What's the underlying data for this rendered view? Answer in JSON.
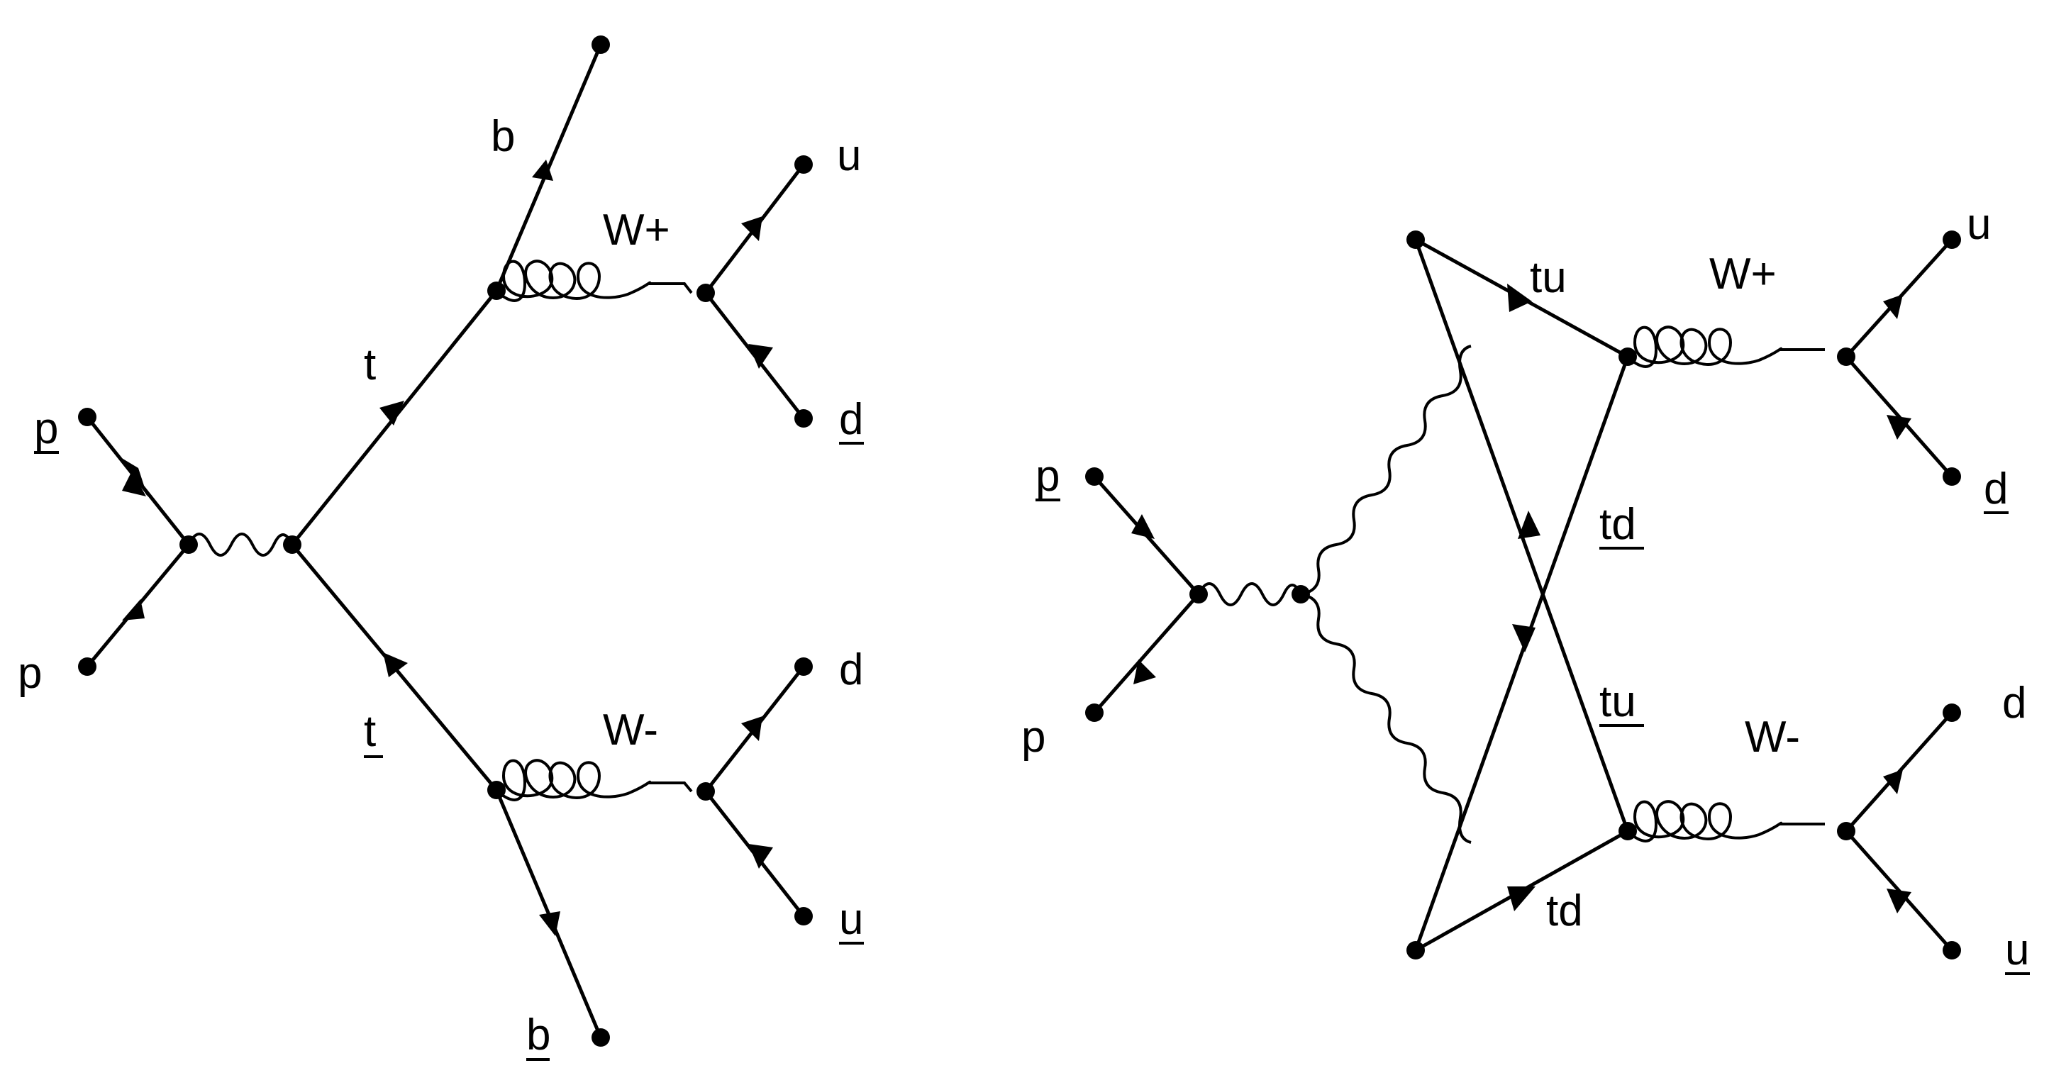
{
  "diagram_left": {
    "labels": {
      "b_top": "b",
      "w_plus": "W+",
      "u_top": "u",
      "t": "t",
      "d_bar_top": "d",
      "p_bar": "p",
      "p": "p",
      "d_mid": "d",
      "t_bar": "t",
      "w_minus": "W-",
      "u_bar_bottom": "u",
      "b_bar_bottom": "b"
    }
  },
  "diagram_right": {
    "labels": {
      "u_top": "u",
      "tu": "tu",
      "w_plus": "W+",
      "p_bar": "p",
      "d_bar_top": "d",
      "td_bar": "td",
      "tu_bar": "tu",
      "d_mid": "d",
      "p": "p",
      "w_minus": "W-",
      "td": "td",
      "u_bar_bottom": "u"
    }
  },
  "colors": {
    "ink": "#000000",
    "background": "#ffffff"
  }
}
